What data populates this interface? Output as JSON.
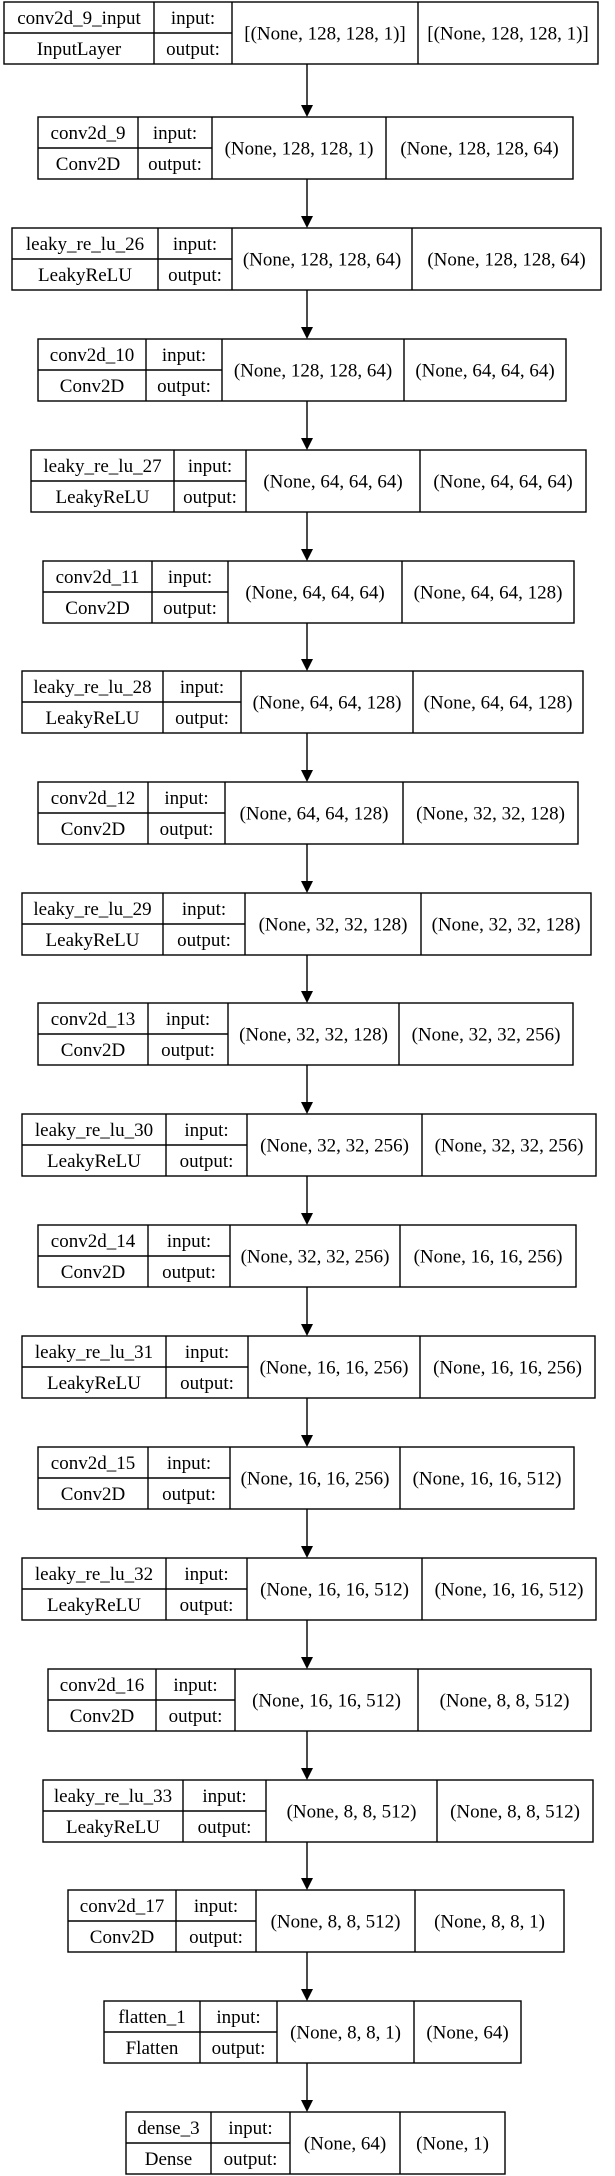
{
  "diagram": {
    "type": "keras-model-plot",
    "nodes": [
      {
        "name": "conv2d_9_input",
        "class": "InputLayer",
        "in_label": "input:",
        "out_label": "output:",
        "input_shape": "[(None, 128, 128, 1)]",
        "output_shape": "[(None, 128, 128, 1)]"
      },
      {
        "name": "conv2d_9",
        "class": "Conv2D",
        "in_label": "input:",
        "out_label": "output:",
        "input_shape": "(None, 128, 128, 1)",
        "output_shape": "(None, 128, 128, 64)"
      },
      {
        "name": "leaky_re_lu_26",
        "class": "LeakyReLU",
        "in_label": "input:",
        "out_label": "output:",
        "input_shape": "(None, 128, 128, 64)",
        "output_shape": "(None, 128, 128, 64)"
      },
      {
        "name": "conv2d_10",
        "class": "Conv2D",
        "in_label": "input:",
        "out_label": "output:",
        "input_shape": "(None, 128, 128, 64)",
        "output_shape": "(None, 64, 64, 64)"
      },
      {
        "name": "leaky_re_lu_27",
        "class": "LeakyReLU",
        "in_label": "input:",
        "out_label": "output:",
        "input_shape": "(None, 64, 64, 64)",
        "output_shape": "(None, 64, 64, 64)"
      },
      {
        "name": "conv2d_11",
        "class": "Conv2D",
        "in_label": "input:",
        "out_label": "output:",
        "input_shape": "(None, 64, 64, 64)",
        "output_shape": "(None, 64, 64, 128)"
      },
      {
        "name": "leaky_re_lu_28",
        "class": "LeakyReLU",
        "in_label": "input:",
        "out_label": "output:",
        "input_shape": "(None, 64, 64, 128)",
        "output_shape": "(None, 64, 64, 128)"
      },
      {
        "name": "conv2d_12",
        "class": "Conv2D",
        "in_label": "input:",
        "out_label": "output:",
        "input_shape": "(None, 64, 64, 128)",
        "output_shape": "(None, 32, 32, 128)"
      },
      {
        "name": "leaky_re_lu_29",
        "class": "LeakyReLU",
        "in_label": "input:",
        "out_label": "output:",
        "input_shape": "(None, 32, 32, 128)",
        "output_shape": "(None, 32, 32, 128)"
      },
      {
        "name": "conv2d_13",
        "class": "Conv2D",
        "in_label": "input:",
        "out_label": "output:",
        "input_shape": "(None, 32, 32, 128)",
        "output_shape": "(None, 32, 32, 256)"
      },
      {
        "name": "leaky_re_lu_30",
        "class": "LeakyReLU",
        "in_label": "input:",
        "out_label": "output:",
        "input_shape": "(None, 32, 32, 256)",
        "output_shape": "(None, 32, 32, 256)"
      },
      {
        "name": "conv2d_14",
        "class": "Conv2D",
        "in_label": "input:",
        "out_label": "output:",
        "input_shape": "(None, 32, 32, 256)",
        "output_shape": "(None, 16, 16, 256)"
      },
      {
        "name": "leaky_re_lu_31",
        "class": "LeakyReLU",
        "in_label": "input:",
        "out_label": "output:",
        "input_shape": "(None, 16, 16, 256)",
        "output_shape": "(None, 16, 16, 256)"
      },
      {
        "name": "conv2d_15",
        "class": "Conv2D",
        "in_label": "input:",
        "out_label": "output:",
        "input_shape": "(None, 16, 16, 256)",
        "output_shape": "(None, 16, 16, 512)"
      },
      {
        "name": "leaky_re_lu_32",
        "class": "LeakyReLU",
        "in_label": "input:",
        "out_label": "output:",
        "input_shape": "(None, 16, 16, 512)",
        "output_shape": "(None, 16, 16, 512)"
      },
      {
        "name": "conv2d_16",
        "class": "Conv2D",
        "in_label": "input:",
        "out_label": "output:",
        "input_shape": "(None, 16, 16, 512)",
        "output_shape": "(None, 8, 8, 512)"
      },
      {
        "name": "leaky_re_lu_33",
        "class": "LeakyReLU",
        "in_label": "input:",
        "out_label": "output:",
        "input_shape": "(None, 8, 8, 512)",
        "output_shape": "(None, 8, 8, 512)"
      },
      {
        "name": "conv2d_17",
        "class": "Conv2D",
        "in_label": "input:",
        "out_label": "output:",
        "input_shape": "(None, 8, 8, 512)",
        "output_shape": "(None, 8, 8, 1)"
      },
      {
        "name": "flatten_1",
        "class": "Flatten",
        "in_label": "input:",
        "out_label": "output:",
        "input_shape": "(None, 8, 8, 1)",
        "output_shape": "(None, 64)"
      },
      {
        "name": "dense_3",
        "class": "Dense",
        "in_label": "input:",
        "out_label": "output:",
        "input_shape": "(None, 64)",
        "output_shape": "(None, 1)"
      }
    ]
  }
}
